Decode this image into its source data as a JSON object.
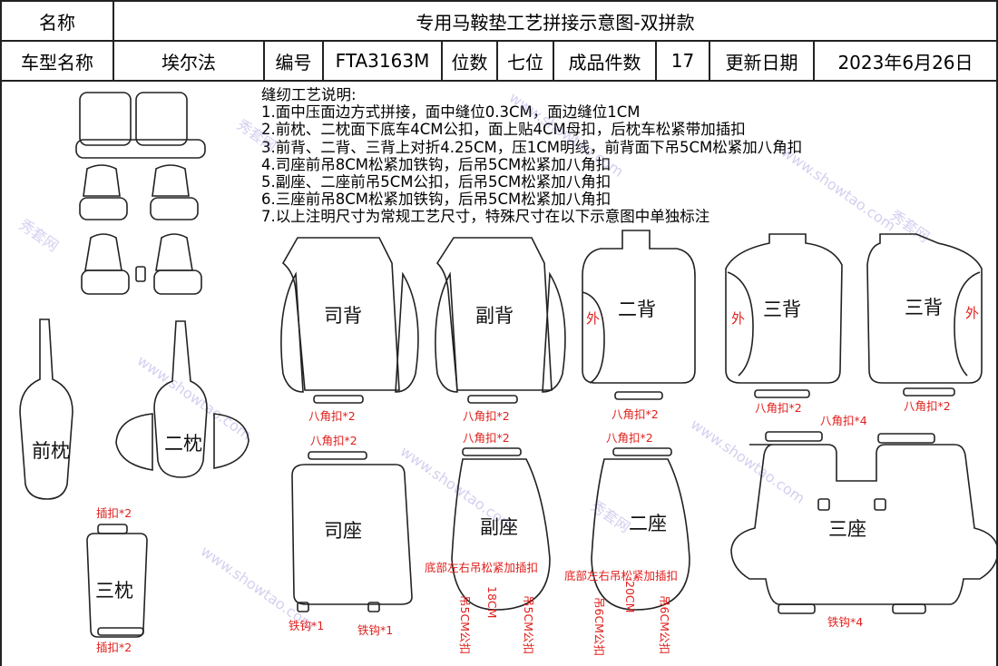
{
  "header": {
    "name_label": "名称",
    "title": "专用马鞍垫工艺拼接示意图-双拼款",
    "model_label": "车型名称",
    "model_value": "埃尔法",
    "code_label": "编号",
    "code_value": "FTA3163M",
    "positions_label": "位数",
    "positions_value": "七位",
    "pieces_label": "成品件数",
    "pieces_value": "17",
    "date_label": "更新日期",
    "date_value": "2023年6月26日"
  },
  "notes": {
    "heading": "缝纫工艺说明:",
    "lines": [
      "1.面中压面边方式拼接，面中缝位0.3CM，面边缝位1CM",
      "2.前枕、二枕面下底车4CM公扣，面上贴4CM母扣，后枕车松紧带加插扣",
      "3.前背、二背、三背上对折4.25CM，压1CM明线，前背面下吊5CM松紧加八角扣",
      "4.司座前吊8CM松紧加铁钩，后吊5CM松紧加八角扣",
      "5.副座、二座前吊5CM公扣，后吊5CM松紧加八角扣",
      "6.三座前吊8CM松紧加铁钩，后吊5CM松紧加八角扣",
      "7.以上注明尺寸为常规工艺尺寸，特殊尺寸在以下示意图中单独标注"
    ]
  },
  "pieces": {
    "driver_back": "司背",
    "passenger_back": "副背",
    "second_back": "二背",
    "third_back_left": "三背",
    "third_back_right": "三背",
    "front_headrest": "前枕",
    "second_headrest": "二枕",
    "third_headrest": "三枕",
    "driver_seat": "司座",
    "passenger_seat": "副座",
    "second_seat": "二座",
    "third_seat": "三座"
  },
  "annotations": {
    "outer": "外",
    "octagon_x2": "八角扣*2",
    "octagon_x4": "八角扣*4",
    "buckle_x2": "插扣*2",
    "hook_x1": "铁钩*1",
    "hook_x4": "铁钩*4",
    "bottom_buckle": "底部左右吊松紧加插扣",
    "len_18": "18CM",
    "len_20": "20CM",
    "hang_5": "吊5CM公扣",
    "hang_6": "吊6CM公扣"
  },
  "watermark": {
    "site": "www.showtao.com",
    "brand": "秀套网"
  },
  "colors": {
    "annotation": "#e0201c",
    "line": "#222222",
    "watermark": "#8c7fd6"
  }
}
